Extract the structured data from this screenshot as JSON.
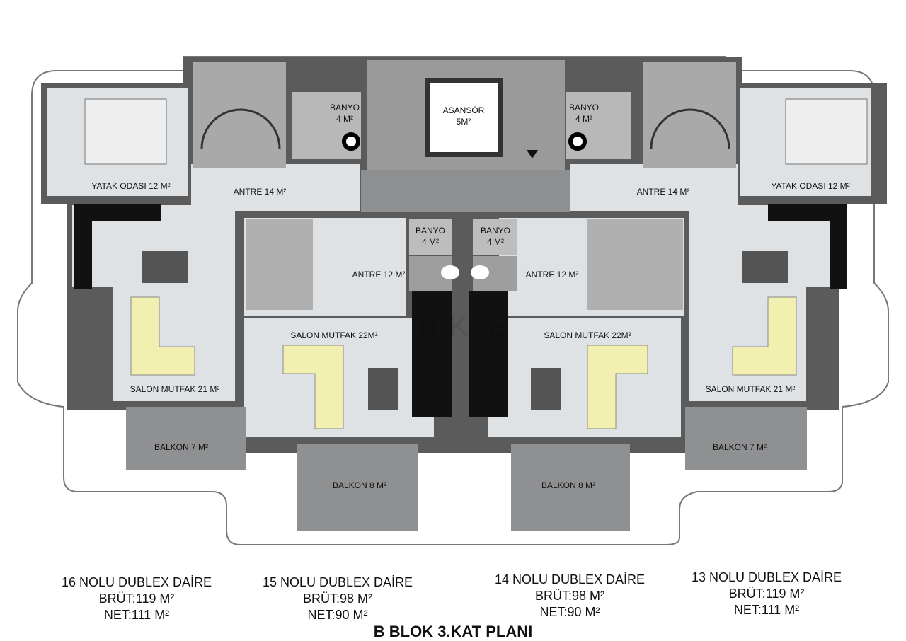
{
  "plan": {
    "title": "B BLOK 3.KAT PLANI",
    "watermark": "TEKCE",
    "rooms": {
      "bedroom_left": "YATAK ODASI 12 M²",
      "bedroom_right": "YATAK ODASI 12 M²",
      "antre14_left": "ANTRE 14 M²",
      "antre14_right": "ANTRE 14  M²",
      "banyo_top_left": [
        "BANYO",
        "4 M²"
      ],
      "banyo_top_right": [
        "BANYO",
        "4 M²"
      ],
      "elevator": [
        "ASANSÖR",
        "5M²"
      ],
      "banyo_mid_left": [
        "BANYO",
        "4 M²"
      ],
      "banyo_mid_right": [
        "BANYO",
        "4 M²"
      ],
      "antre12_left": "ANTRE 12 M²",
      "antre12_right": "ANTRE 12  M²",
      "salon22_left": "SALON MUTFAK 22M²",
      "salon22_right": "SALON MUTFAK 22M²",
      "salon21_left": "SALON MUTFAK 21 M²",
      "salon21_right": "SALON MUTFAK 21 M²",
      "balkon7_left": "BALKON 7 M²",
      "balkon7_right": "BALKON 7 M²",
      "balkon8_left": "BALKON 8 M²",
      "balkon8_right": "BALKON 8 M²"
    },
    "units": [
      {
        "name": "16 NOLU DUBLEX DAİRE",
        "gross": "BRÜT:119 M²",
        "net": "NET:111 M²"
      },
      {
        "name": "15 NOLU DUBLEX DAİRE",
        "gross": "BRÜT:98 M²",
        "net": "NET:90 M²"
      },
      {
        "name": "14 NOLU DUBLEX DAİRE",
        "gross": "BRÜT:98 M²",
        "net": "NET:90 M²"
      },
      {
        "name": "13 NOLU DUBLEX DAİRE",
        "gross": "BRÜT:119 M²",
        "net": "NET:111 M²"
      }
    ],
    "colors": {
      "wall": "#5b5b5b",
      "floor": "#dfe2e5",
      "balcony": "#8f9092",
      "sofa": "#f2f0b0",
      "stone": "#9a9a9a"
    }
  }
}
